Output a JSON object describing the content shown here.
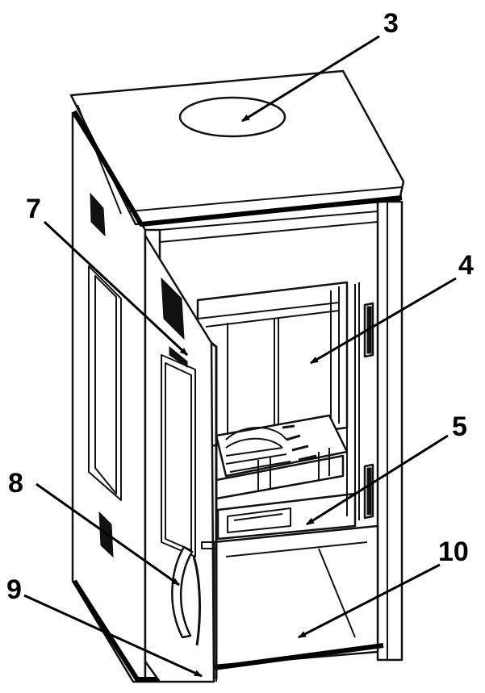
{
  "labels": {
    "l3": "3",
    "l4": "4",
    "l5": "5",
    "l7": "7",
    "l8": "8",
    "l9": "9",
    "l10": "10"
  }
}
